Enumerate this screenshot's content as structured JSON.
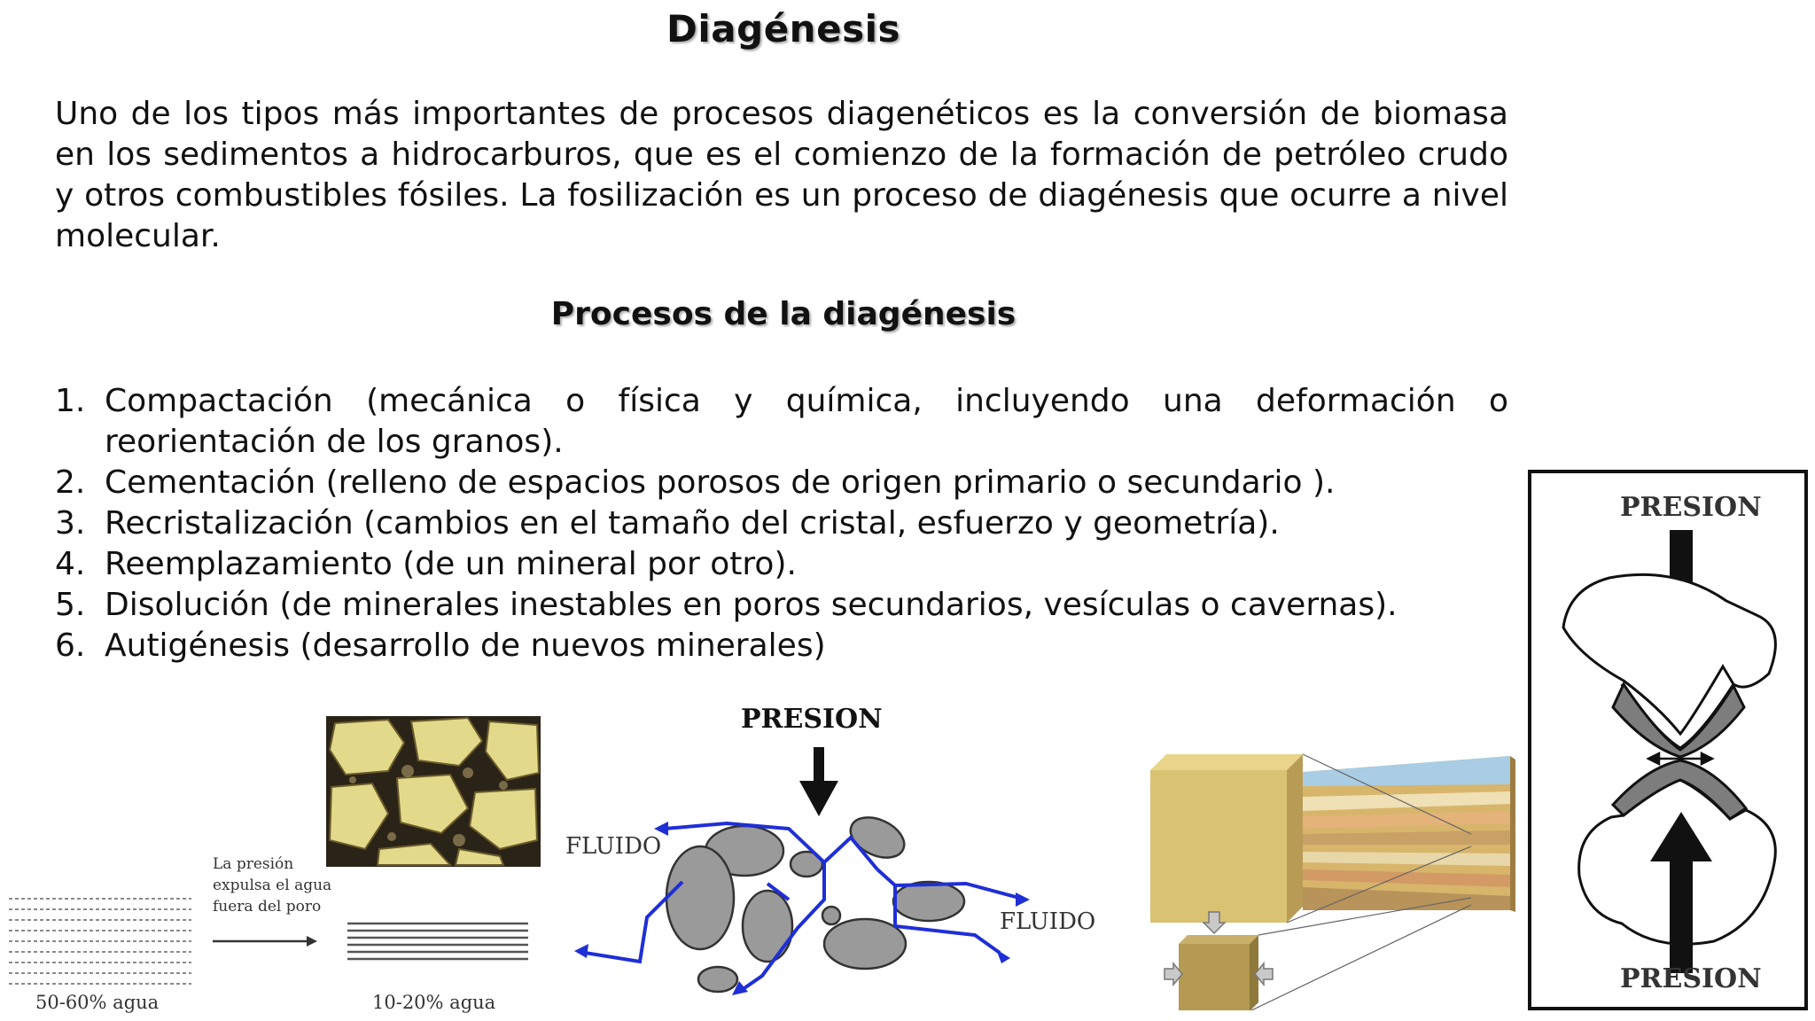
{
  "title": "Diagénesis",
  "intro": "Uno de los tipos más importantes de procesos diagenéticos es la conversión de biomasa en los sedimentos a hidrocarburos, que es el comienzo de la formación de petróleo crudo y otros combustibles fósiles. La fosilización es un proceso de diagénesis que ocurre a nivel molecular.",
  "subtitle": "Procesos de la diagénesis",
  "processes": [
    {
      "num": "1.",
      "text": "Compactación (mecánica o física y química, incluyendo una deformación o reorientación de los granos)."
    },
    {
      "num": "2.",
      "text": "Cementación (relleno de espacios porosos de origen primario o secundario )."
    },
    {
      "num": "3.",
      "text": "Recristalización (cambios en el tamaño del cristal, esfuerzo y geometría)."
    },
    {
      "num": "4.",
      "text": "Reemplazamiento (de un mineral por otro)."
    },
    {
      "num": "5.",
      "text": "Disolución (de minerales inestables en poros secundarios, vesículas o cavernas)."
    },
    {
      "num": "6.",
      "text": "Autigénesis (desarrollo de nuevos minerales)"
    }
  ],
  "compaction_figure": {
    "caption_lines": [
      "La presión",
      "expulsa el agua",
      "fuera del poro"
    ],
    "left_label": "50-60% agua",
    "right_label": "10-20% agua"
  },
  "fluid_figure": {
    "pressure_label": "PRESION",
    "fluid_left_label": "FLUIDO",
    "fluid_right_label": "FLUIDO",
    "fluid_color": "#1f2fd6",
    "grain_color": "#9a9a9a"
  },
  "grain_contact_figure": {
    "top_label": "PRESION",
    "bottom_label": "PRESION"
  }
}
